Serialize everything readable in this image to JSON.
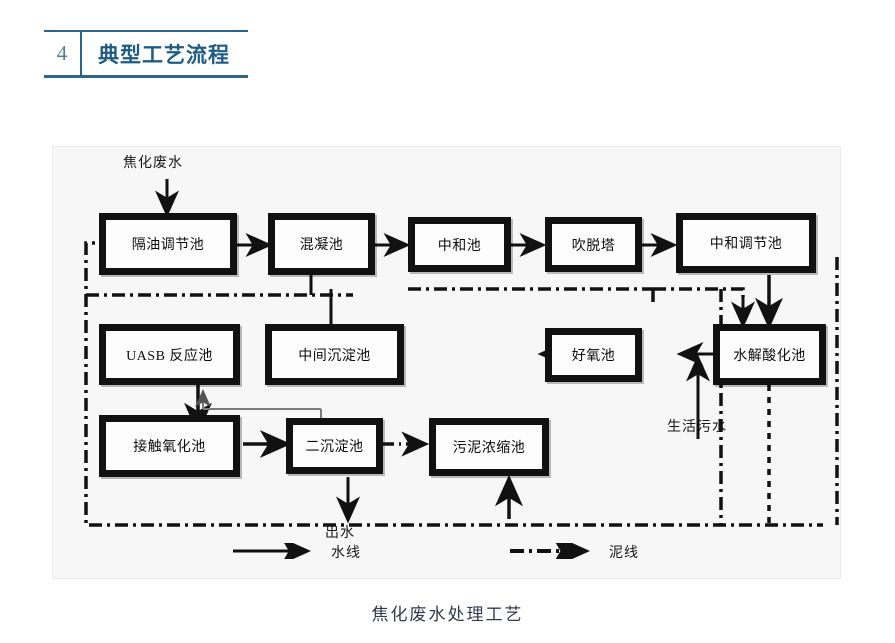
{
  "header": {
    "number": "4",
    "title": "典型工艺流程",
    "accent_color": "#1f5c85",
    "number_color": "#567c96"
  },
  "figure": {
    "caption": "焦化废水处理工艺",
    "background": "#f7f7f7"
  },
  "diagram": {
    "inputs": [
      {
        "name": "coking-wastewater-inlet",
        "label": "焦化废水"
      },
      {
        "name": "domestic-sewage-inlet",
        "label": "生活污水"
      }
    ],
    "outputs": [
      {
        "name": "effluent-outlet",
        "label": "出水"
      }
    ],
    "boxes": [
      {
        "id": "oil-separation-regulating-tank",
        "label": "隔油调节池",
        "row": 1
      },
      {
        "id": "coagulation-tank",
        "label": "混凝池",
        "row": 1
      },
      {
        "id": "neutralization-tank",
        "label": "中和池",
        "row": 1
      },
      {
        "id": "stripping-tower",
        "label": "吹脱塔",
        "row": 1
      },
      {
        "id": "neutralization-regulating-tank",
        "label": "中和调节池",
        "row": 1
      },
      {
        "id": "uasb-reactor",
        "label": "UASB 反应池",
        "row": 2
      },
      {
        "id": "intermediate-sedimentation-tank",
        "label": "中间沉淀池",
        "row": 2
      },
      {
        "id": "aerobic-tank",
        "label": "好氧池",
        "row": 2
      },
      {
        "id": "hydrolysis-acidification-tank",
        "label": "水解酸化池",
        "row": 2
      },
      {
        "id": "contact-oxidation-tank",
        "label": "接触氧化池",
        "row": 3
      },
      {
        "id": "secondary-sedimentation-tank",
        "label": "二沉淀池",
        "row": 3
      },
      {
        "id": "sludge-thickening-tank",
        "label": "污泥浓缩池",
        "row": 3
      }
    ],
    "legend": [
      {
        "id": "water-line",
        "label": "水线",
        "style": "solid"
      },
      {
        "id": "sludge-line",
        "label": "泥线",
        "style": "dash-dot"
      }
    ]
  }
}
